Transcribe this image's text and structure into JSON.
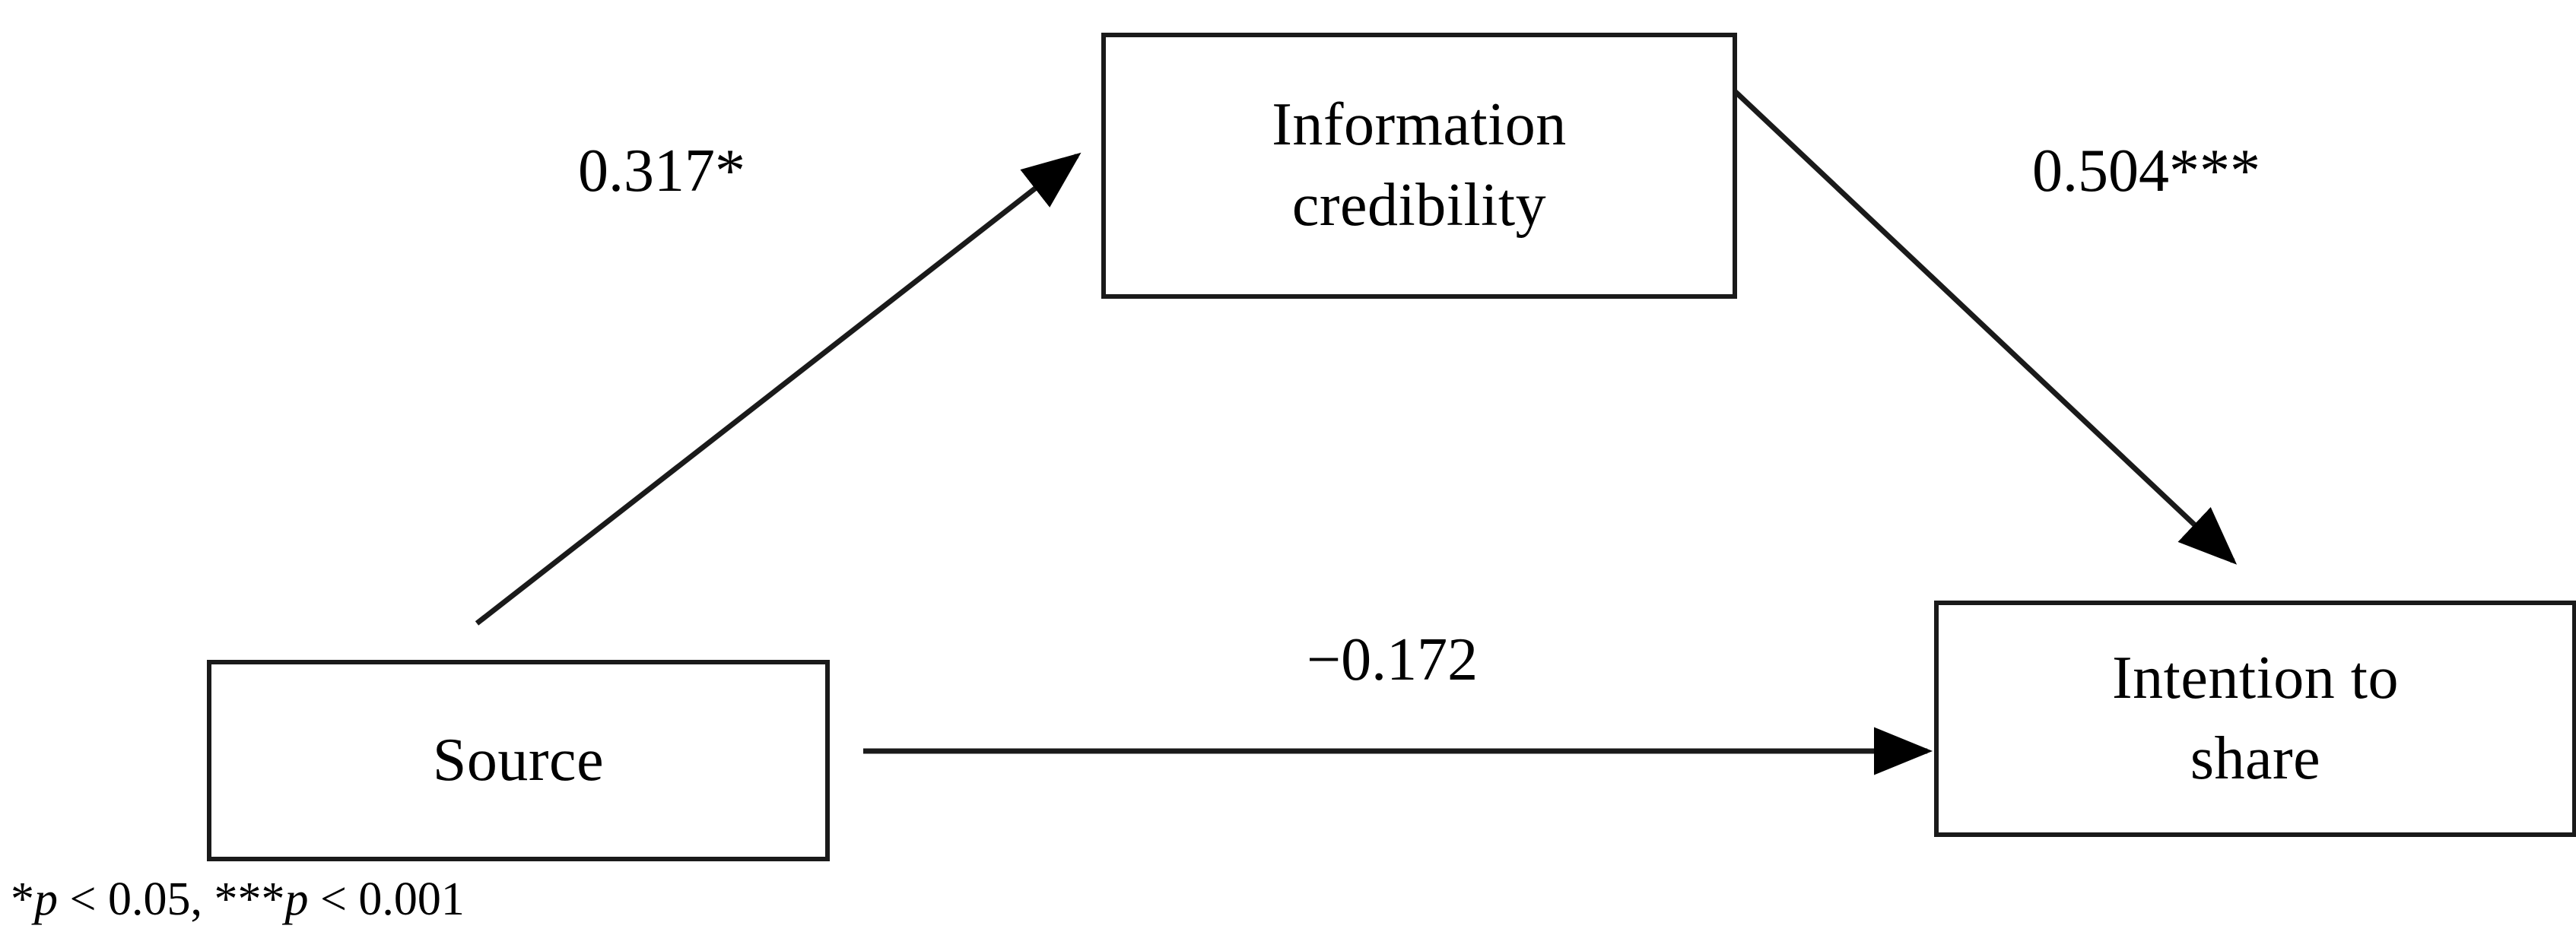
{
  "figure": {
    "type": "path-diagram",
    "background_color": "#ffffff",
    "line_color": "#1a1a1a",
    "text_color": "#000000"
  },
  "nodes": [
    {
      "id": "source",
      "label": "Source"
    },
    {
      "id": "info_credibility",
      "label": "Information\ncredibility"
    },
    {
      "id": "intention_share",
      "label": "Intention to\nshare"
    }
  ],
  "paths": [
    {
      "id": "a_path",
      "from": "source",
      "to": "info_credibility",
      "coefficient": "0.317*",
      "value": 0.317,
      "significance": "*",
      "significant": true
    },
    {
      "id": "b_path",
      "from": "info_credibility",
      "to": "intention_share",
      "coefficient": "0.504***",
      "value": 0.504,
      "significance": "***",
      "significant": true
    },
    {
      "id": "c_path",
      "from": "source",
      "to": "intention_share",
      "coefficient": "−0.172",
      "value": -0.172,
      "significance": "",
      "significant": false
    }
  ],
  "footnote": {
    "star_one": "*",
    "p_one": "p",
    "text_one": " < 0.05, ",
    "star_three": "***",
    "p_two": "p",
    "text_two": " < 0.001"
  },
  "chart_data": {
    "type": "diagram",
    "title": "",
    "nodes": [
      "Source",
      "Information credibility",
      "Intention to share"
    ],
    "edges": [
      {
        "source": "Source",
        "target": "Information credibility",
        "label": "0.317*",
        "value": 0.317
      },
      {
        "source": "Information credibility",
        "target": "Intention to share",
        "label": "0.504***",
        "value": 0.504
      },
      {
        "source": "Source",
        "target": "Intention to share",
        "label": "−0.172",
        "value": -0.172
      }
    ],
    "legend": "*p < 0.05, ***p < 0.001"
  }
}
